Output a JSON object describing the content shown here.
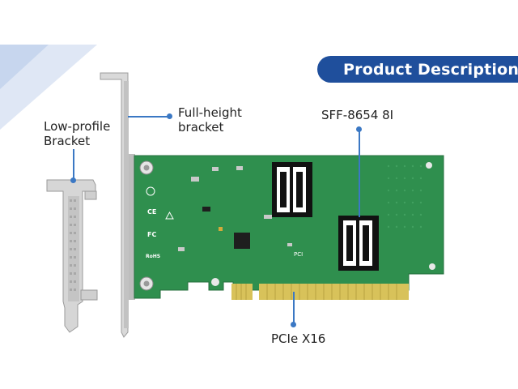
{
  "banner": {
    "title": "Product Description"
  },
  "labels": {
    "low_profile": [
      "Low-profile",
      "Bracket"
    ],
    "full_height": [
      "Full-height",
      "bracket"
    ],
    "connector": "SFF-8654 8I",
    "interface": "PCIe X16"
  },
  "colors": {
    "banner": "#1f4f9c",
    "callout": "#3b78c4",
    "pcb": "#2f8f4e",
    "gold_fingers": "#d8c25a"
  }
}
